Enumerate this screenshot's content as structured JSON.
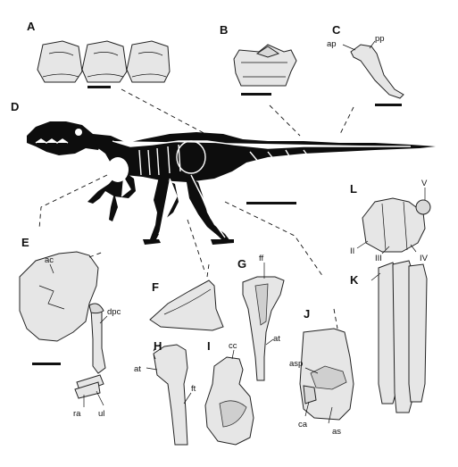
{
  "panels": {
    "A": "A",
    "B": "B",
    "C": "C",
    "D": "D",
    "E": "E",
    "F": "F",
    "G": "G",
    "H": "H",
    "I": "I",
    "J": "J",
    "K": "K",
    "L": "L"
  },
  "annotations": {
    "ap": "ap",
    "pp": "pp",
    "ac": "ac",
    "dpc": "dpc",
    "ra": "ra",
    "ul": "ul",
    "ff": "ff",
    "at_g": "at",
    "at_h": "at",
    "ft": "ft",
    "cc": "cc",
    "asp": "asp",
    "ca": "ca",
    "as": "as",
    "V": "V",
    "II": "II",
    "III": "III",
    "IV": "IV"
  }
}
